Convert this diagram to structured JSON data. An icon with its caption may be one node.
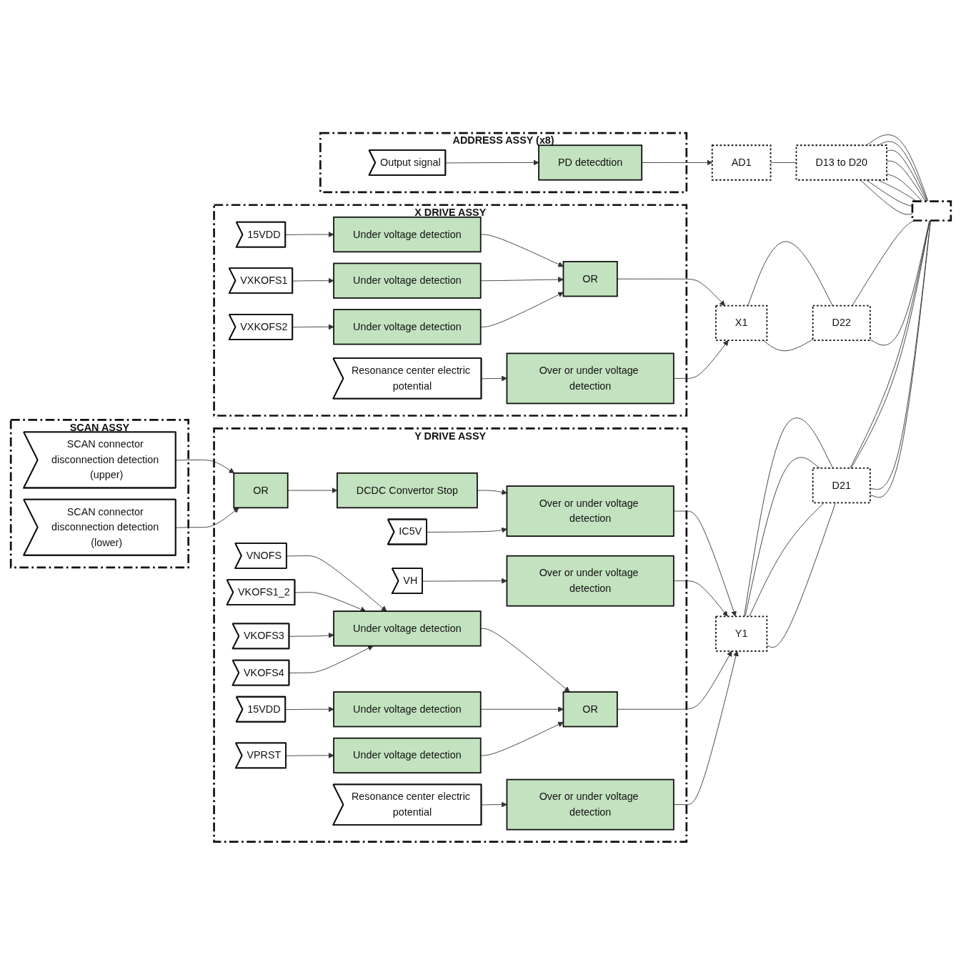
{
  "diagram": {
    "nodes": [
      {
        "text": [
          "ADDRESS ASSY (x8)"
        ]
      },
      {
        "text": [
          "Output signal"
        ],
        "in": 0
      },
      {
        "text": [
          "PD detecdtion"
        ],
        "in": 0
      },
      {
        "text": [
          "AD1"
        ]
      },
      {
        "text": [
          "D13 to D20"
        ]
      },
      {
        "text": [
          "X DRIVE ASSY"
        ]
      },
      {
        "text": [
          "15VDD"
        ],
        "in": 5
      },
      {
        "text": [
          "VXKOFS1"
        ],
        "in": 5
      },
      {
        "text": [
          "VXKOFS2"
        ],
        "in": 5
      },
      {
        "text": [
          "Resonance center electric potential"
        ],
        "in": 5
      },
      {
        "text": [
          "Under voltage detection"
        ],
        "in": 5
      },
      {
        "text": [
          "Under voltage detection"
        ],
        "in": 5
      },
      {
        "text": [
          "Under voltage detection"
        ],
        "in": 5
      },
      {
        "text": [
          "OR"
        ],
        "in": 5
      },
      {
        "text": [
          "Over or under voltage detection"
        ],
        "in": 5
      },
      {
        "text": [
          "X1"
        ]
      },
      {
        "text": [
          "D22"
        ]
      },
      {
        "text": [
          "SCAN ASSY"
        ]
      },
      {
        "text": [
          "SCAN connector disconnection detection (upper)"
        ],
        "in": 17
      },
      {
        "text": [
          "SCAN connector disconnection detection (lower)"
        ],
        "in": 17
      },
      {
        "text": [
          "Y DRIVE ASSY"
        ]
      },
      {
        "text": [
          "OR"
        ],
        "in": 20
      },
      {
        "text": [
          "DCDC Convertor Stop"
        ],
        "in": 20
      },
      {
        "text": [
          "IC5V"
        ],
        "in": 20
      },
      {
        "text": [
          "Over or under voltage detection"
        ],
        "in": 20
      },
      {
        "text": [
          "VH"
        ],
        "in": 20
      },
      {
        "text": [
          "Over or under voltage detection"
        ],
        "in": 20
      },
      {
        "text": [
          "VNOFS"
        ],
        "in": 20
      },
      {
        "text": [
          "VKOFS1_2"
        ],
        "in": 20
      },
      {
        "text": [
          "VKOFS3"
        ],
        "in": 20
      },
      {
        "text": [
          "VKOFS4"
        ],
        "in": 20
      },
      {
        "text": [
          "Under voltage detection"
        ],
        "in": 20
      },
      {
        "text": [
          "15VDD"
        ],
        "in": 20
      },
      {
        "text": [
          "VPRST"
        ],
        "in": 20
      },
      {
        "text": [
          "Under voltage detection"
        ],
        "in": 20
      },
      {
        "text": [
          "Under voltage detection"
        ],
        "in": 20
      },
      {
        "text": [
          "OR"
        ],
        "in": 20
      },
      {
        "text": [
          "Resonance center electric potential"
        ],
        "in": 20
      },
      {
        "text": [
          "Over or under voltage detection"
        ],
        "in": 20
      },
      {
        "text": [
          "Y1"
        ]
      },
      {
        "text": [
          "D21"
        ]
      },
      {
        "text": [],
        "shape": "box"
      }
    ],
    "edges": [
      {
        "from": 1,
        "to": 2,
        "arrow": "to"
      },
      {
        "from": 2,
        "to": 3,
        "arrow": "to"
      },
      {
        "from": 3,
        "to": 4,
        "arrow": "none"
      },
      {
        "from": 6,
        "to": 10,
        "arrow": "to"
      },
      {
        "from": 7,
        "to": 11,
        "arrow": "to"
      },
      {
        "from": 8,
        "to": 12,
        "arrow": "to"
      },
      {
        "from": 10,
        "to": 13,
        "arrow": "to"
      },
      {
        "from": 11,
        "to": 13,
        "arrow": "to"
      },
      {
        "from": 12,
        "to": 13,
        "arrow": "to"
      },
      {
        "from": 13,
        "to": 15,
        "arrow": "to"
      },
      {
        "from": 9,
        "to": 14,
        "arrow": "to"
      },
      {
        "from": 14,
        "to": 15,
        "arrow": "to"
      },
      {
        "from": 15,
        "to": 16,
        "arrow": "none"
      },
      {
        "from": 15,
        "to": 16,
        "arrow": "none"
      },
      {
        "from": 18,
        "to": 21,
        "arrow": "to"
      },
      {
        "from": 19,
        "to": 21,
        "arrow": "to"
      },
      {
        "from": 21,
        "to": 22,
        "arrow": "to"
      },
      {
        "from": 22,
        "to": 24,
        "arrow": "to"
      },
      {
        "from": 23,
        "to": 24,
        "arrow": "to"
      },
      {
        "from": 24,
        "to": 39,
        "arrow": "to"
      },
      {
        "from": 25,
        "to": 26,
        "arrow": "to"
      },
      {
        "from": 26,
        "to": 39,
        "arrow": "to"
      },
      {
        "from": 27,
        "to": 31,
        "arrow": "to"
      },
      {
        "from": 28,
        "to": 31,
        "arrow": "to"
      },
      {
        "from": 29,
        "to": 31,
        "arrow": "to"
      },
      {
        "from": 30,
        "to": 31,
        "arrow": "to"
      },
      {
        "from": 31,
        "to": 36,
        "arrow": "to"
      },
      {
        "from": 32,
        "to": 34,
        "arrow": "to"
      },
      {
        "from": 33,
        "to": 35,
        "arrow": "to"
      },
      {
        "from": 34,
        "to": 36,
        "arrow": "to"
      },
      {
        "from": 35,
        "to": 36,
        "arrow": "to"
      },
      {
        "from": 36,
        "to": 39,
        "arrow": "to"
      },
      {
        "from": 37,
        "to": 38,
        "arrow": "to"
      },
      {
        "from": 38,
        "to": 39,
        "arrow": "to"
      },
      {
        "from": 39,
        "to": 40,
        "arrow": "none"
      },
      {
        "from": 39,
        "to": 40,
        "arrow": "none"
      },
      {
        "from": 39,
        "to": 40,
        "arrow": "none"
      },
      {
        "from": 39,
        "to": 40,
        "arrow": "none"
      },
      {
        "from": 4,
        "to": 41,
        "arrow": "none"
      },
      {
        "from": 4,
        "to": 41,
        "arrow": "none"
      },
      {
        "from": 4,
        "to": 41,
        "arrow": "none"
      },
      {
        "from": 4,
        "to": 41,
        "arrow": "none"
      },
      {
        "from": 4,
        "to": 41,
        "arrow": "none"
      },
      {
        "from": 4,
        "to": 41,
        "arrow": "none"
      },
      {
        "from": 4,
        "to": 41,
        "arrow": "none"
      },
      {
        "from": 4,
        "to": 41,
        "arrow": "none"
      },
      {
        "from": 16,
        "to": 41,
        "arrow": "none"
      },
      {
        "from": 16,
        "to": 41,
        "arrow": "none"
      },
      {
        "from": 40,
        "to": 41,
        "arrow": "none"
      },
      {
        "from": 40,
        "to": 41,
        "arrow": "none"
      },
      {
        "from": 40,
        "to": 41,
        "arrow": "none"
      },
      {
        "from": 40,
        "to": 41,
        "arrow": "none"
      }
    ]
  }
}
